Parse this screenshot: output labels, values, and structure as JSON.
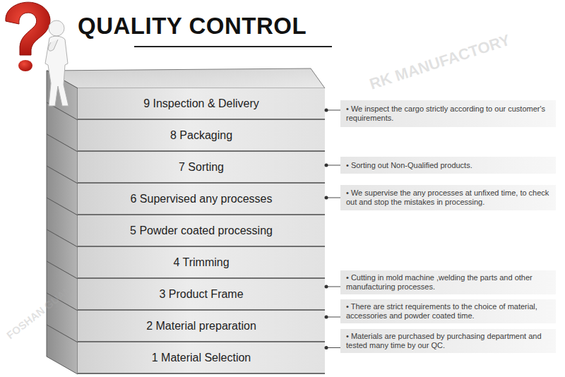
{
  "diagram": {
    "title": "QUALITY CONTROL",
    "nodes": [
      {
        "text": [
          "9 Inspection & Delivery"
        ]
      },
      {
        "text": [
          "8 Packaging"
        ]
      },
      {
        "text": [
          "7 Sorting"
        ]
      },
      {
        "text": [
          "6 Supervised any processes"
        ]
      },
      {
        "text": [
          "5 Powder coated processing"
        ]
      },
      {
        "text": [
          "4 Trimming"
        ]
      },
      {
        "text": [
          "3 Product Frame"
        ]
      },
      {
        "text": [
          "2 Material preparation"
        ]
      },
      {
        "text": [
          "1 Material Selection"
        ]
      },
      {
        "text": [
          "• We inspect the cargo strictly according to our customer's requirements."
        ]
      },
      {
        "text": [
          "• Sorting out Non-Qualified products."
        ]
      },
      {
        "text": [
          "• We supervise the any processes at unfixed time, to check out and stop the mistakes in processing."
        ]
      },
      {
        "text": [
          "• Cutting in mold machine ,welding the parts and other manufacturing processes."
        ]
      },
      {
        "text": [
          "• There are strict requirements to the choice of material, accessories and powder coated time."
        ]
      },
      {
        "text": [
          "• Materials are purchased by purchasing department and tested many time by our QC."
        ]
      }
    ],
    "edges": [
      {
        "from": 0,
        "to": 9,
        "arrow": "none"
      },
      {
        "from": 2,
        "to": 10,
        "arrow": "none"
      },
      {
        "from": 3,
        "to": 11,
        "arrow": "none"
      },
      {
        "from": 6,
        "to": 12,
        "arrow": "none"
      },
      {
        "from": 7,
        "to": 13,
        "arrow": "none"
      },
      {
        "from": 8,
        "to": 14,
        "arrow": "none"
      }
    ],
    "labels": [
      "RK MANUFACTORY",
      "FOSHAN GUAN"
    ]
  }
}
